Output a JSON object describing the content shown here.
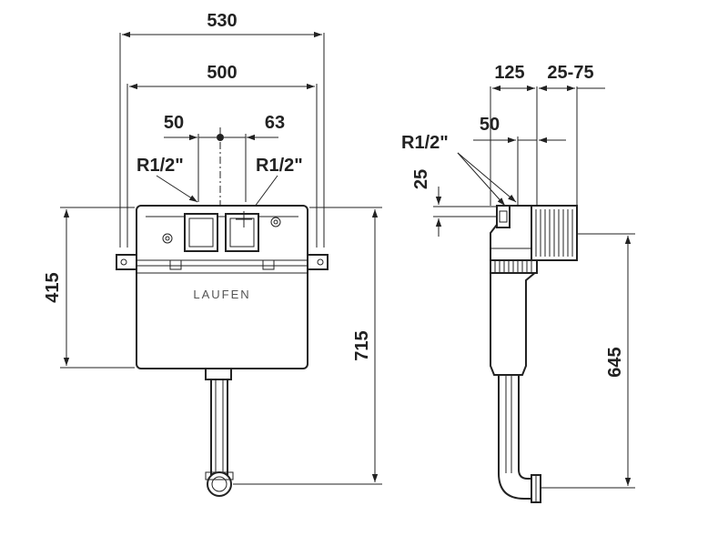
{
  "front_view": {
    "dim_total_width": "530",
    "dim_inner_width": "500",
    "dim_left_offset": "50",
    "dim_right_offset": "63",
    "label_left_connection": "R1/2\"",
    "label_right_connection": "R1/2\"",
    "dim_tank_height": "415",
    "dim_total_height": "715",
    "brand_logo": "LAUFEN"
  },
  "side_view": {
    "dim_depth": "125",
    "dim_wall_range": "25-75",
    "dim_connection_offset": "50",
    "label_connection": "R1/2\"",
    "dim_connection_height": "25",
    "dim_outlet_height": "645"
  }
}
